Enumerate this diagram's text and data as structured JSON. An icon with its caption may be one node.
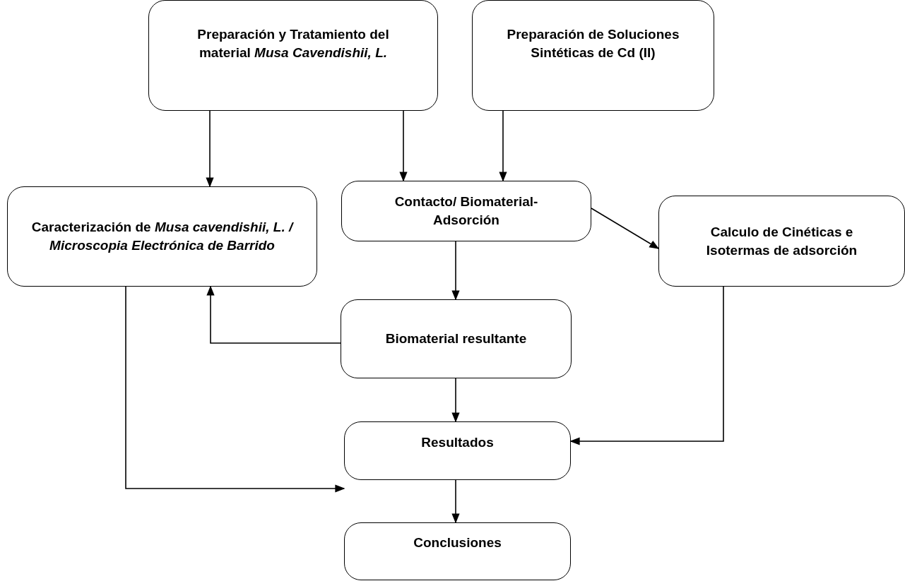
{
  "diagram": {
    "nodes": [
      {
        "text": [
          "Preparación y Tratamiento del material *Musa Cavendishii, L.*"
        ]
      },
      {
        "text": [
          "Preparación de Soluciones Sintéticas de Cd (II)"
        ]
      },
      {
        "text": [
          "Caracterización de *Musa cavendishii, L. / Microscopia Electrónica de Barrido*"
        ]
      },
      {
        "text": [
          "Contacto/ Biomaterial- Adsorción"
        ]
      },
      {
        "text": [
          "Calculo de Cinéticas e Isotermas de adsorción"
        ]
      },
      {
        "text": [
          "Biomaterial resultante"
        ]
      },
      {
        "text": [
          "Resultados"
        ]
      },
      {
        "text": [
          "Conclusiones"
        ]
      }
    ],
    "edges": [
      {
        "from": 0,
        "to": 2,
        "arrow": "to"
      },
      {
        "from": 0,
        "to": 3,
        "arrow": "to"
      },
      {
        "from": 1,
        "to": 3,
        "arrow": "to"
      },
      {
        "from": 3,
        "to": 4,
        "arrow": "to"
      },
      {
        "from": 3,
        "to": 5,
        "arrow": "to"
      },
      {
        "from": 5,
        "to": 2,
        "arrow": "to"
      },
      {
        "from": 2,
        "to": 6,
        "arrow": "to"
      },
      {
        "from": 5,
        "to": 6,
        "arrow": "to"
      },
      {
        "from": 4,
        "to": 6,
        "arrow": "to"
      },
      {
        "from": 6,
        "to": 7,
        "arrow": "to"
      }
    ]
  }
}
